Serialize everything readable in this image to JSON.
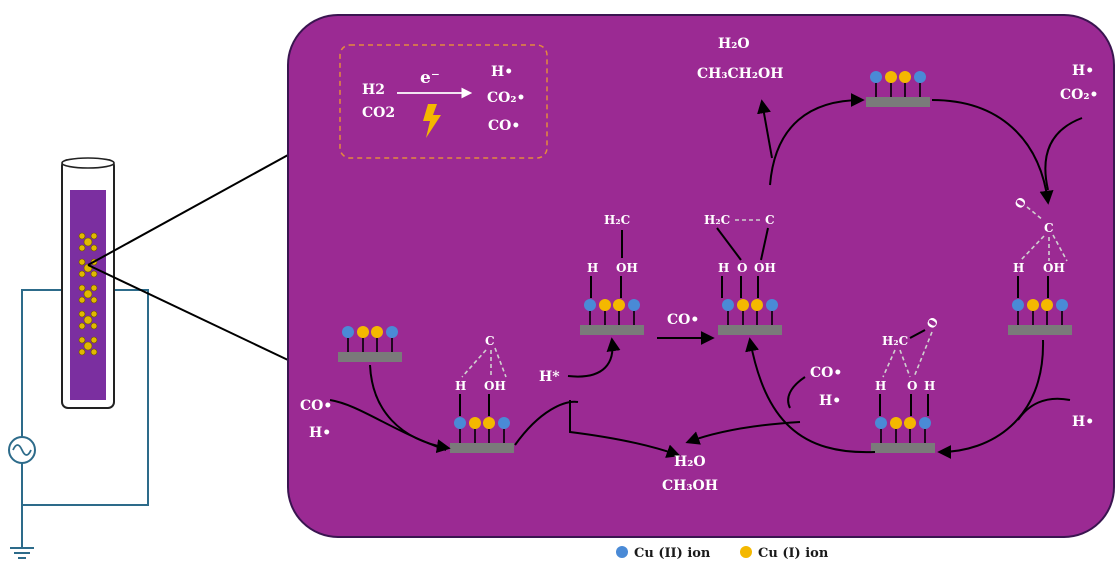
{
  "colors": {
    "panel": "#9b2a93",
    "cu2": "#4a8ad6",
    "cu1": "#f4b800",
    "slab": "#7a7a7a",
    "tube_fill": "#7b2fa0",
    "inset_border": "#e58a3c",
    "bolt": "#f4b800"
  },
  "inset": {
    "reactant_1": "H2",
    "reactant_2": "CO2",
    "electron": "e⁻",
    "product_1": "H•",
    "product_2": "CO₂•",
    "product_3": "CO•"
  },
  "labels": {
    "top_h2o": "H₂O",
    "top_ethanol": "CH₃CH₂OH",
    "right_h": "H•",
    "right_co2": "CO₂•",
    "left_co": "CO•",
    "left_h": "H•",
    "mid_h_star": "H*",
    "mid_co": "CO•",
    "lower_co": "CO•",
    "lower_h": "H•",
    "right_h2": "H•",
    "bottom_h2o": "H₂O",
    "bottom_methanol": "CH₃OH"
  },
  "atoms": {
    "H": "H",
    "O": "O",
    "OH": "OH",
    "C": "C",
    "H2C": "H₂C"
  },
  "legend": {
    "cu2_label": "Cu (II) ion",
    "cu1_label": "Cu (I) ion"
  }
}
